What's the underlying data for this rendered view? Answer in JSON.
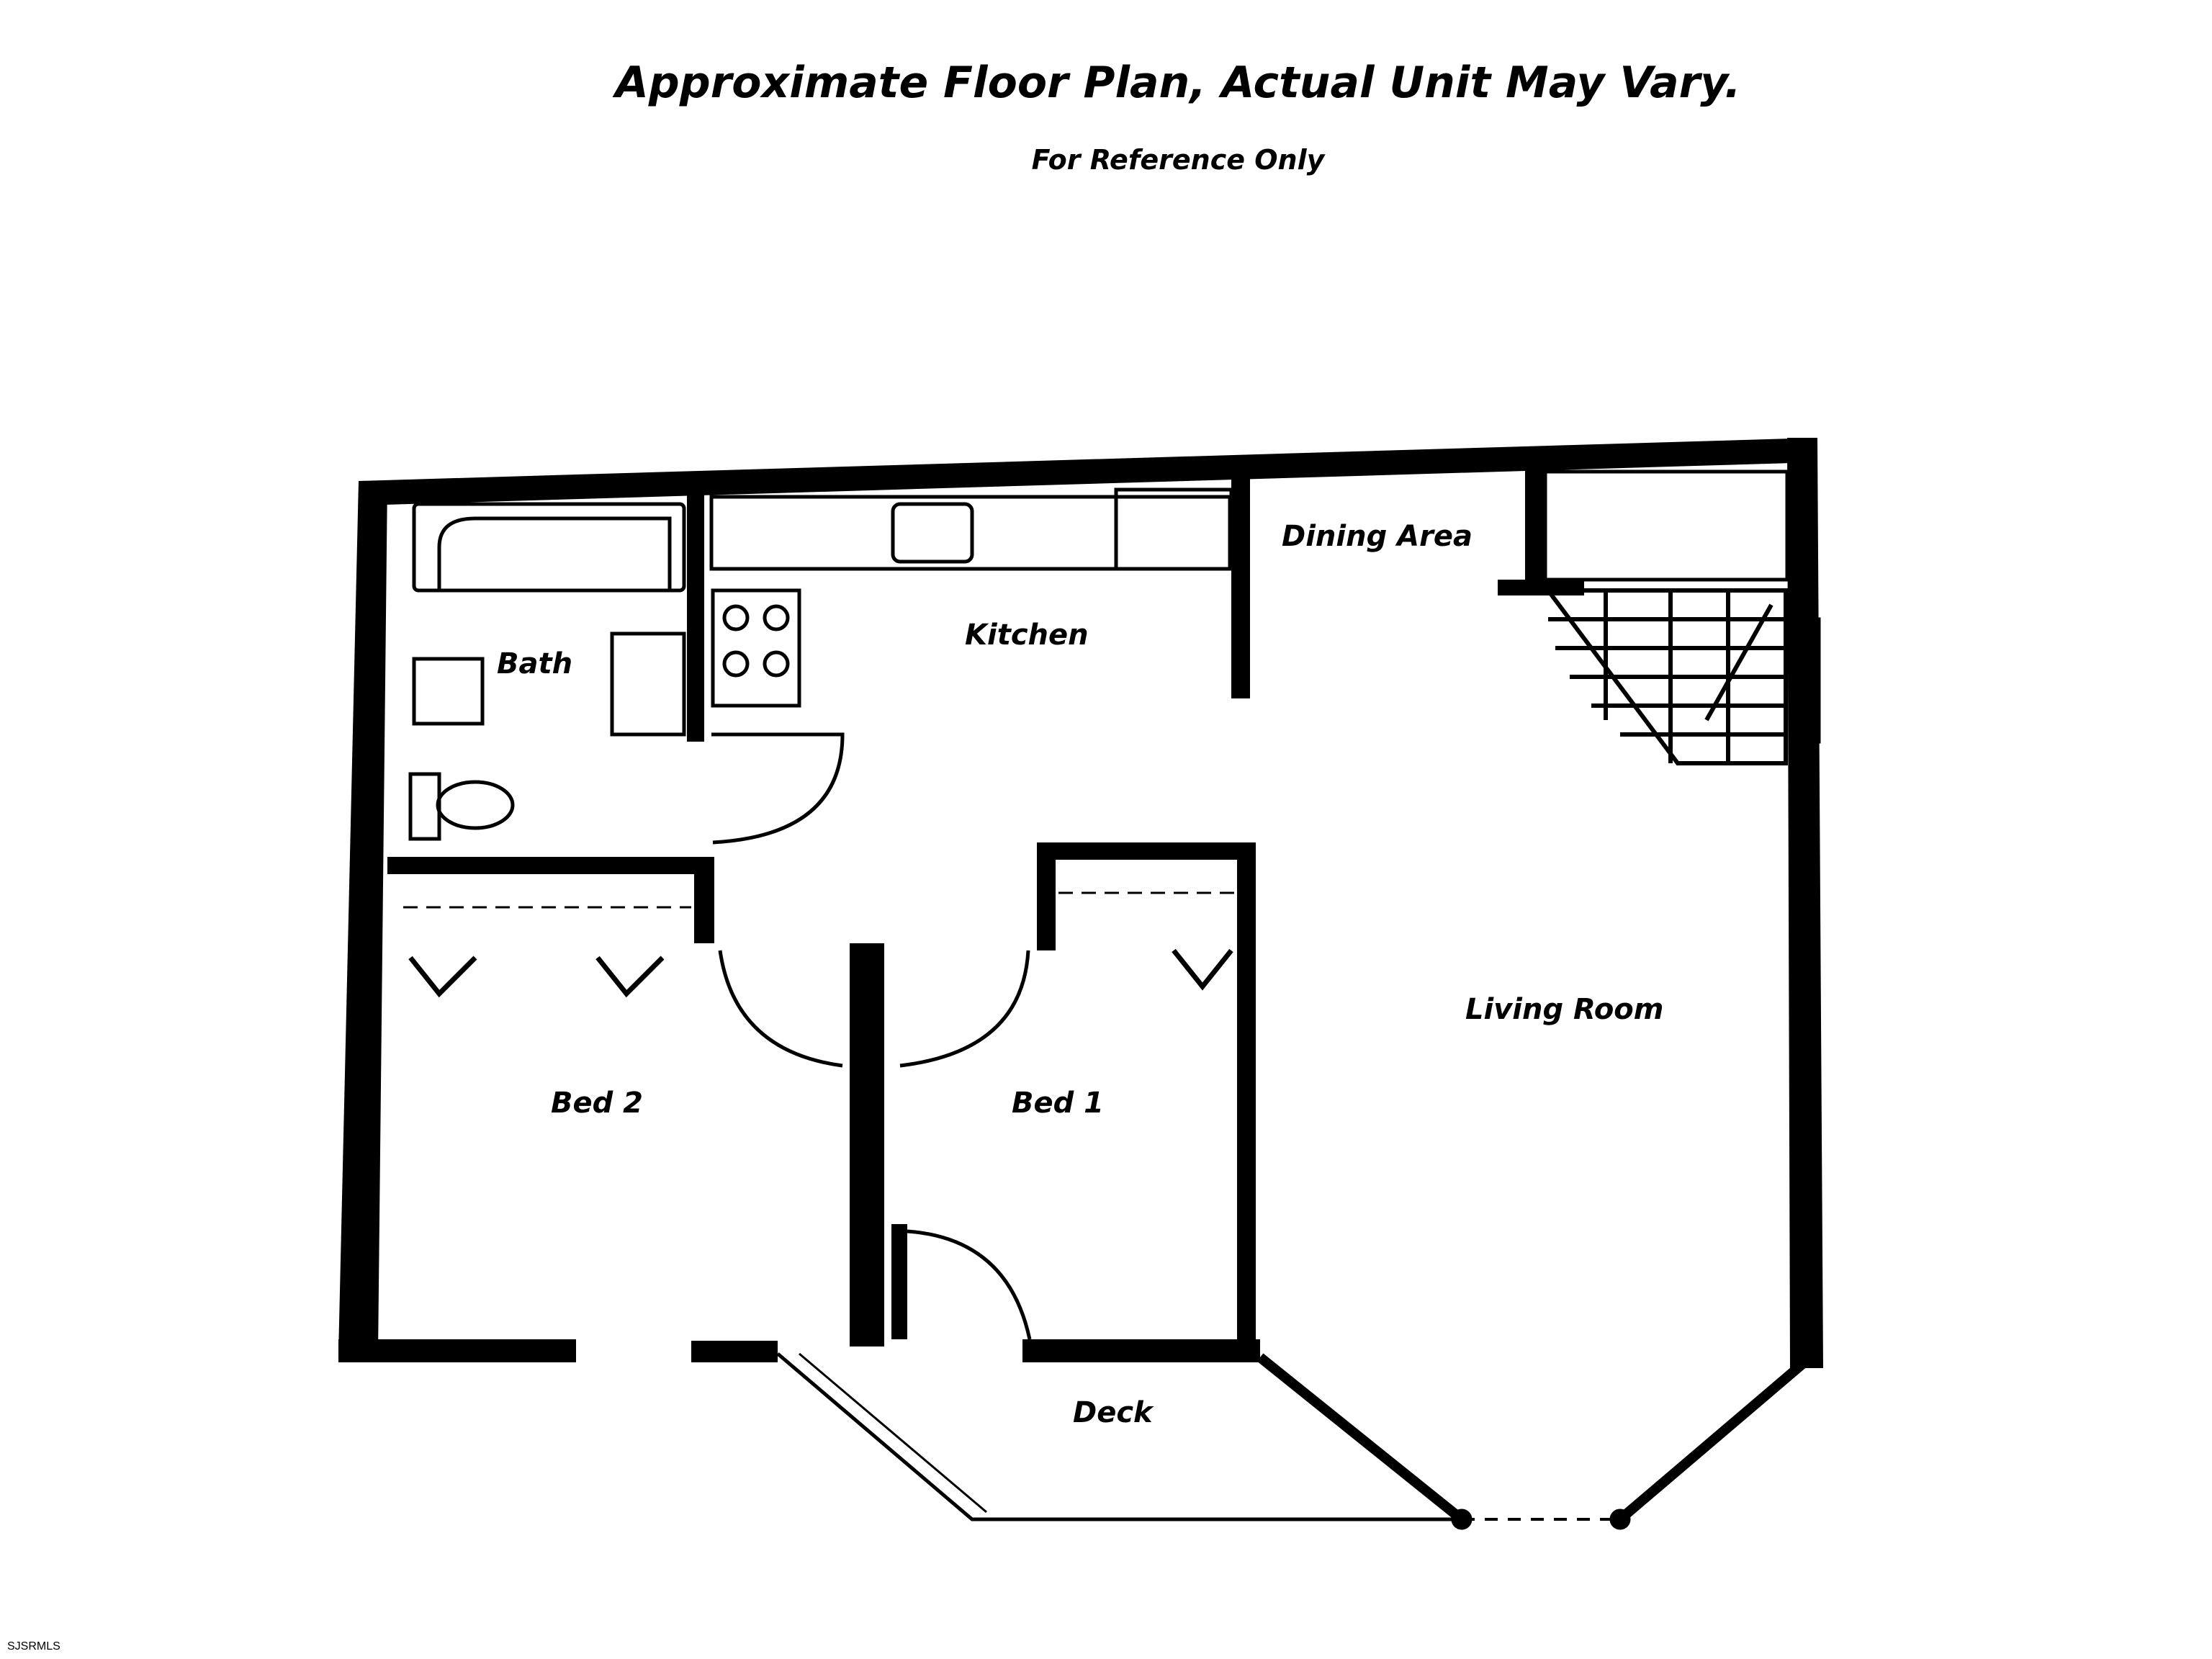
{
  "header": {
    "title": "Approximate Floor Plan, Actual Unit May Vary.",
    "subtitle": "For Reference Only"
  },
  "rooms": {
    "dining_area": "Dining Area",
    "kitchen": "Kitchen",
    "bath": "Bath",
    "living_room": "Living Room",
    "bed_2": "Bed 2",
    "bed_1": "Bed 1",
    "deck": "Deck"
  },
  "watermark": "SJSRMLS",
  "colors": {
    "wall": "#000000",
    "background": "#ffffff"
  }
}
